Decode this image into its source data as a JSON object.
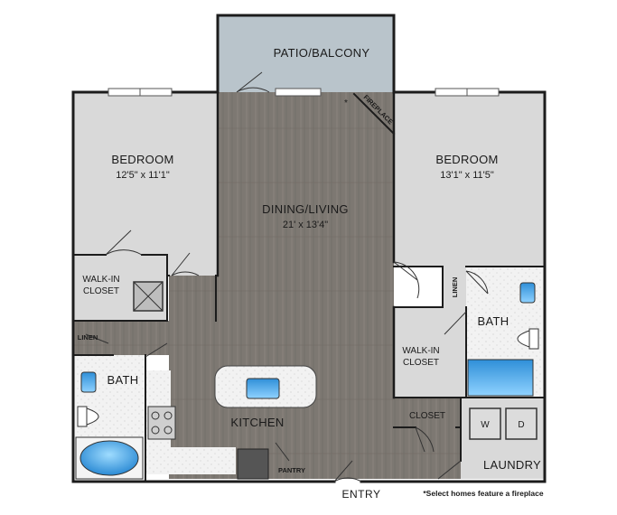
{
  "rooms": {
    "patio": {
      "name": "PATIO/BALCONY"
    },
    "bedroom_left": {
      "name": "BEDROOM",
      "size": "12'5\" x 11'1\""
    },
    "dining_living": {
      "name": "DINING/LIVING",
      "size": "21' x 13'4\""
    },
    "bedroom_right": {
      "name": "BEDROOM",
      "size": "13'1\" x 11'5\""
    },
    "walkin_left": {
      "line1": "WALK-IN",
      "line2": "CLOSET"
    },
    "linen_left": {
      "name": "LINEN"
    },
    "bath_left": {
      "name": "BATH"
    },
    "kitchen": {
      "name": "KITCHEN"
    },
    "pantry": {
      "name": "PANTRY"
    },
    "linen_right": {
      "name": "LINEN"
    },
    "bath_right": {
      "name": "BATH"
    },
    "walkin_right": {
      "line1": "WALK-IN",
      "line2": "CLOSET"
    },
    "closet": {
      "name": "CLOSET"
    },
    "laundry": {
      "name": "LAUNDRY",
      "washer": "W",
      "dryer": "D"
    }
  },
  "fireplace": {
    "label": "FIREPLACE",
    "asterisk": "*"
  },
  "entry": {
    "label": "ENTRY"
  },
  "footnote": "*Select homes feature a fireplace",
  "colors": {
    "wall": "#1c1c1c",
    "carpet": "#d9d9d9",
    "wood": "#7d7872",
    "patio": "#b9c4cb",
    "tile": "#f0f0f0",
    "water": "#4aa8e8"
  }
}
